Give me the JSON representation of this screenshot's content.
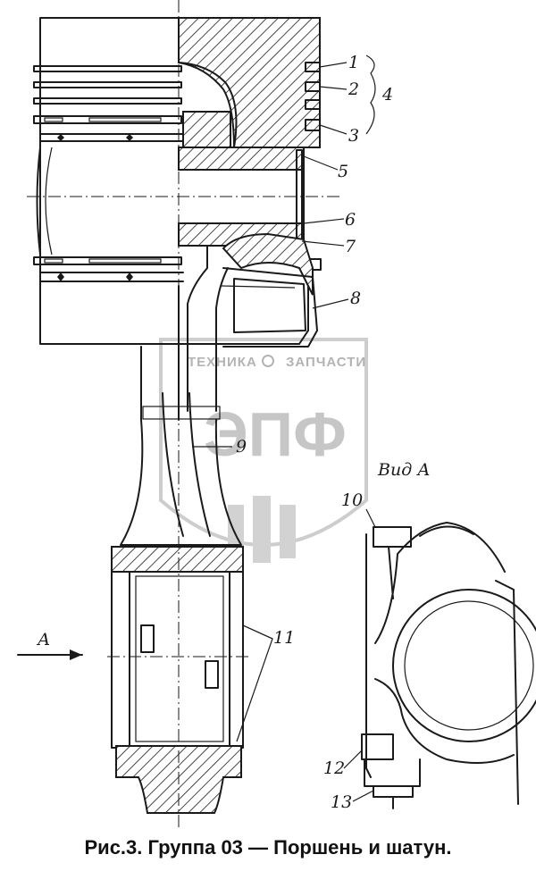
{
  "figure": {
    "caption": "Рис.3. Группа 03 — Поршень и шатун.",
    "view_label": "Вид А",
    "arrow_label": "А"
  },
  "callouts": {
    "c1": "1",
    "c2": "2",
    "c3": "3",
    "c4": "4",
    "c5": "5",
    "c6": "6",
    "c7": "7",
    "c8": "8",
    "c9": "9",
    "c10": "10",
    "c11": "11",
    "c12": "12",
    "c13": "13"
  },
  "watermark": {
    "line1": "ТЕХНИКА",
    "line2": "ЗАПЧАСТИ",
    "logo": "ЭПФ"
  },
  "colors": {
    "ink": "#1a1a1a",
    "watermark": "#b4b4b4",
    "background": "#ffffff"
  }
}
